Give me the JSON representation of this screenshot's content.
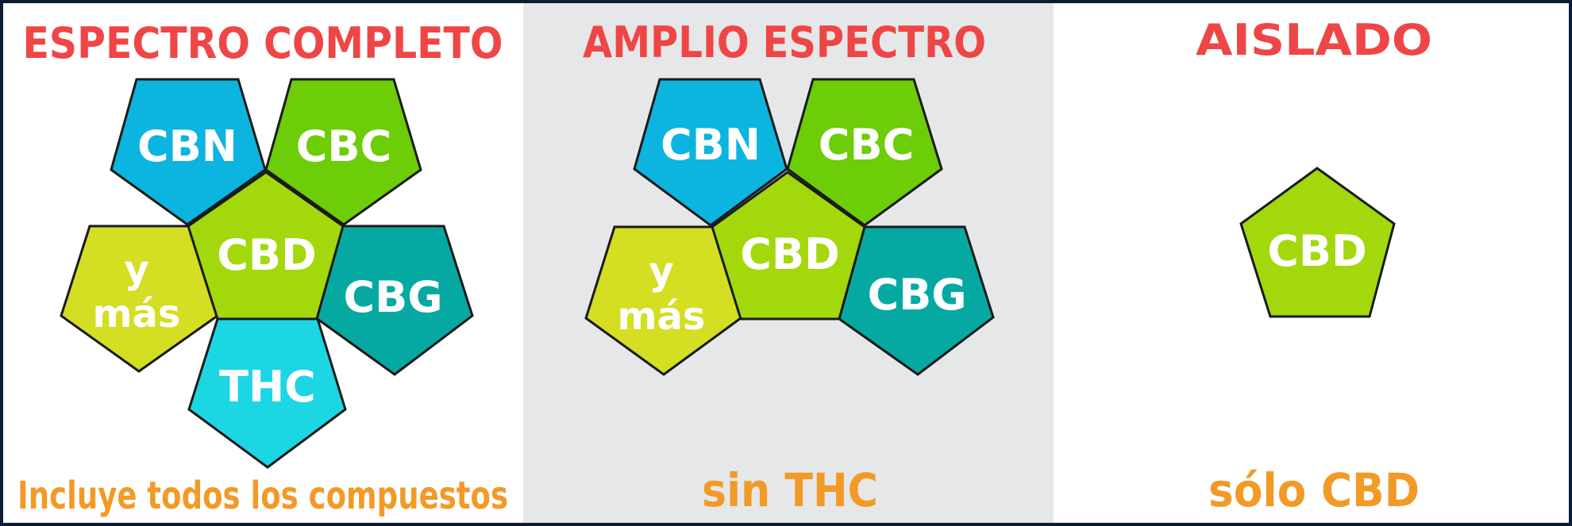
{
  "colors": {
    "title_red": "#ee4646",
    "footer_orange": "#f29a27",
    "border_navy": "#0b1c33",
    "middle_panel_bg": "#e6e7e8",
    "cbd_green": "#a2d80c",
    "cbc_green": "#6ccd08",
    "cbn_blue": "#0cb4e0",
    "cbg_teal": "#06a9a2",
    "thc_cyan": "#1cd6e4",
    "ymas_lime": "#d4de22"
  },
  "panels": [
    {
      "title": "ESPECTRO COMPLETO",
      "footer": "Incluye todos los compuestos",
      "compounds": {
        "cbn": "CBN",
        "cbc": "CBC",
        "cbd": "CBD",
        "ymas_line1": "y",
        "ymas_line2": "más",
        "cbg": "CBG",
        "thc": "THC"
      }
    },
    {
      "title": "AMPLIO ESPECTRO",
      "footer": "sin THC",
      "compounds": {
        "cbn": "CBN",
        "cbc": "CBC",
        "cbd": "CBD",
        "ymas_line1": "y",
        "ymas_line2": "más",
        "cbg": "CBG"
      }
    },
    {
      "title": "AISLADO",
      "footer": "sólo CBD",
      "compounds": {
        "cbd": "CBD"
      }
    }
  ]
}
